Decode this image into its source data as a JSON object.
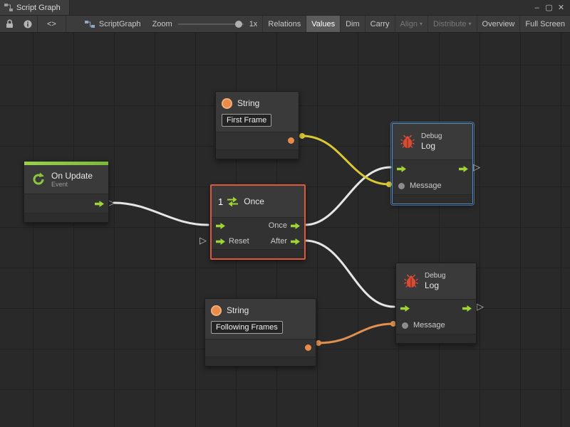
{
  "window": {
    "tab_title": "Script Graph",
    "controls": {
      "minimize": "–",
      "maximize": "▢",
      "close": "✕"
    }
  },
  "toolbar": {
    "graph_name": "ScriptGraph",
    "zoom": {
      "label": "Zoom",
      "value": "1x"
    },
    "buttons": [
      {
        "label": "Relations"
      },
      {
        "label": "Values",
        "active": true
      },
      {
        "label": "Dim"
      },
      {
        "label": "Carry"
      },
      {
        "label": "Align",
        "disabled": true,
        "dropdown": true
      },
      {
        "label": "Distribute",
        "disabled": true,
        "dropdown": true
      },
      {
        "label": "Overview"
      },
      {
        "label": "Full Screen"
      }
    ]
  },
  "glyphs": {
    "code_button": "<>",
    "dropdown_arrow": "▾",
    "relation_caret": "▷"
  },
  "nodes": {
    "string_top": {
      "title": "String",
      "value": "First Frame"
    },
    "on_update": {
      "title": "On Update",
      "subtitle": "Event"
    },
    "once": {
      "title": "Once",
      "icon_number": "1",
      "ports": {
        "flow_out": "Once",
        "reset_in": "Reset",
        "after_out": "After"
      }
    },
    "debug_top": {
      "title_line1": "Debug",
      "title_line2": "Log",
      "message_label": "Message"
    },
    "debug_bottom": {
      "title_line1": "Debug",
      "title_line2": "Log",
      "message_label": "Message"
    },
    "string_bottom": {
      "title": "String",
      "value": "Following Frames"
    }
  },
  "colors": {
    "flow_wire": "#e6e6e6",
    "highlight_wire": "#d9c733",
    "string_wire": "#e1914f",
    "flow_port": "#9fd435",
    "string_port": "#e78c4a",
    "selection_blue": "#4e8fcc",
    "selection_red": "#e0573f",
    "event_green": "#8cc63e"
  }
}
